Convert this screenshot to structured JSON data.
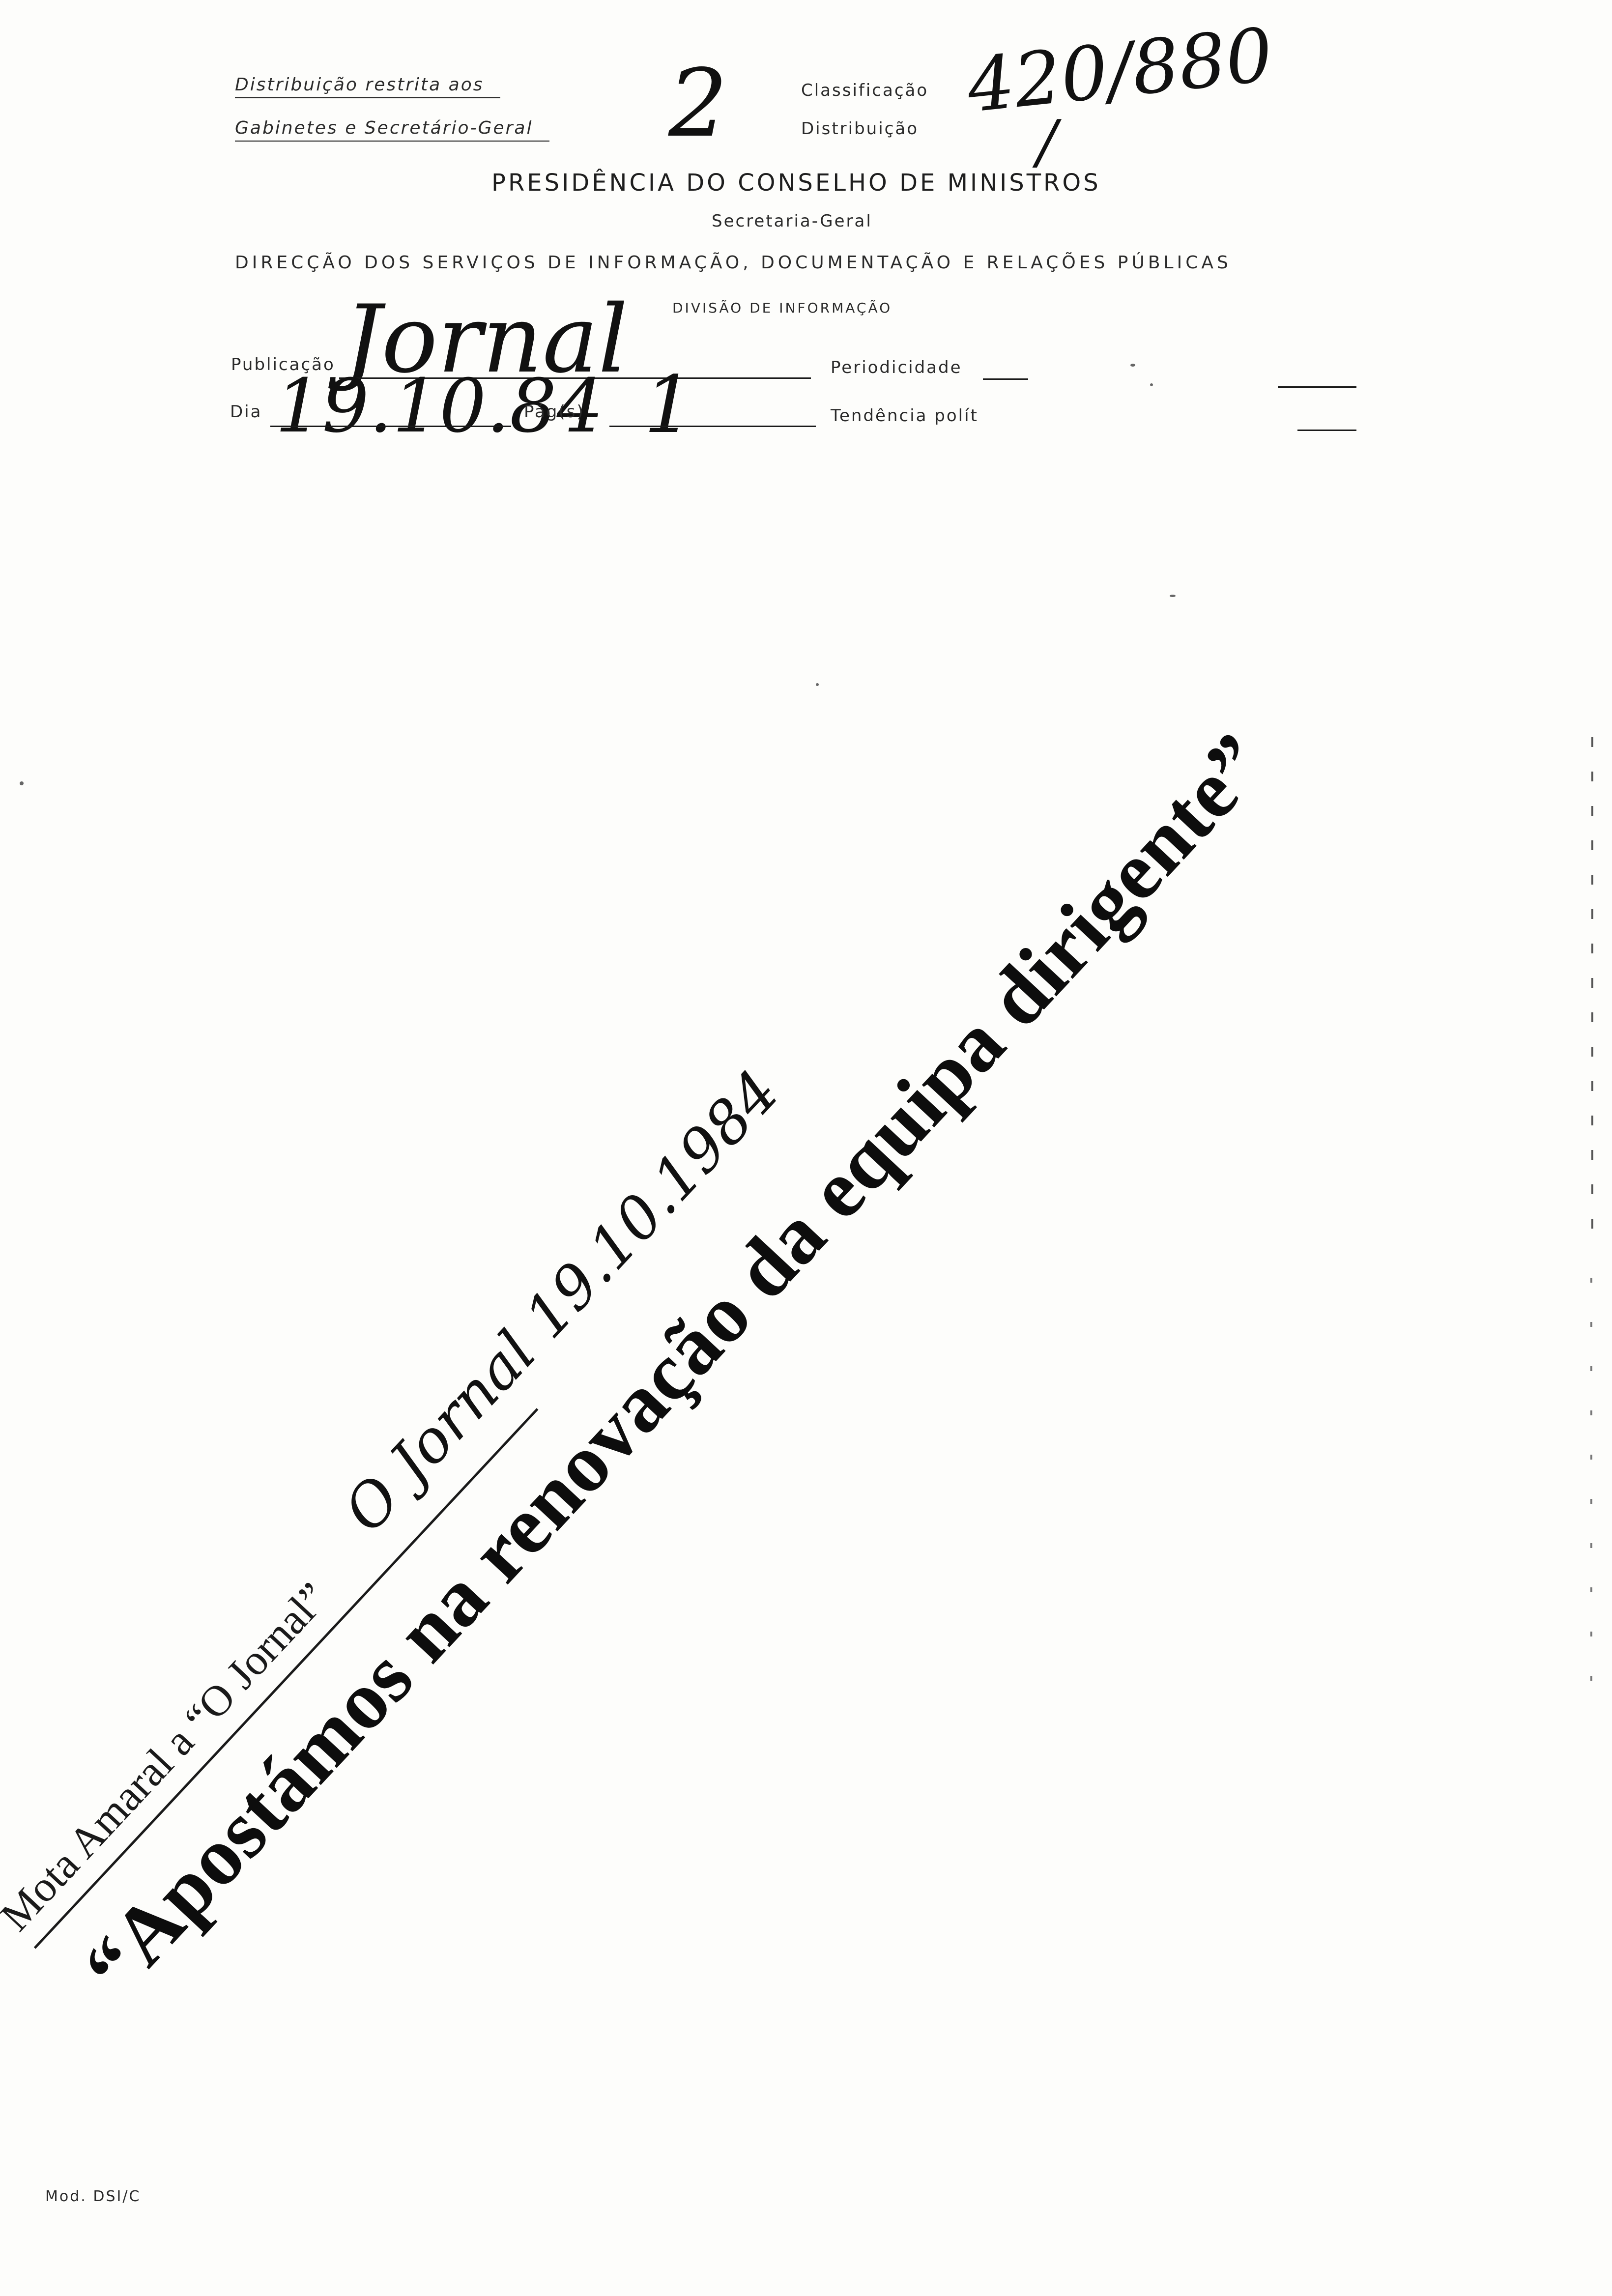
{
  "header": {
    "distribution_note_line1": "Distribuição restrita aos",
    "distribution_note_line2": "Gabinetes e Secretário-Geral",
    "classification_label": "Classificação",
    "distribution_label": "Distribuição",
    "hand_number": "2",
    "hand_classification": "420/880",
    "hand_distribution": "/"
  },
  "organization": {
    "title": "PRESIDÊNCIA DO CONSELHO DE MINISTROS",
    "secretariat": "Secretaria-Geral",
    "directorate": "DIRECÇÃO DOS SERVIÇOS DE INFORMAÇÃO, DOCUMENTAÇÃO E RELAÇÕES PÚBLICAS",
    "division": "DIVISÃO DE INFORMAÇÃO"
  },
  "form": {
    "publication_label": "Publicação",
    "publication_value": "Jornal",
    "day_label": "Dia",
    "day_value": "19.10.84",
    "pages_label": "Pág(s)",
    "pages_value": "1",
    "periodicity_label": "Periodicidade",
    "tendency_label": "Tendência polít"
  },
  "clipping": {
    "kicker": "Mota Amaral a “O Jornal”",
    "headline": "“Apostámos na renovação da equipa dirigente”",
    "hand_annotation": "O Jornal 19.10.1984"
  },
  "footer": {
    "form_code": "Mod. DSI/C"
  }
}
